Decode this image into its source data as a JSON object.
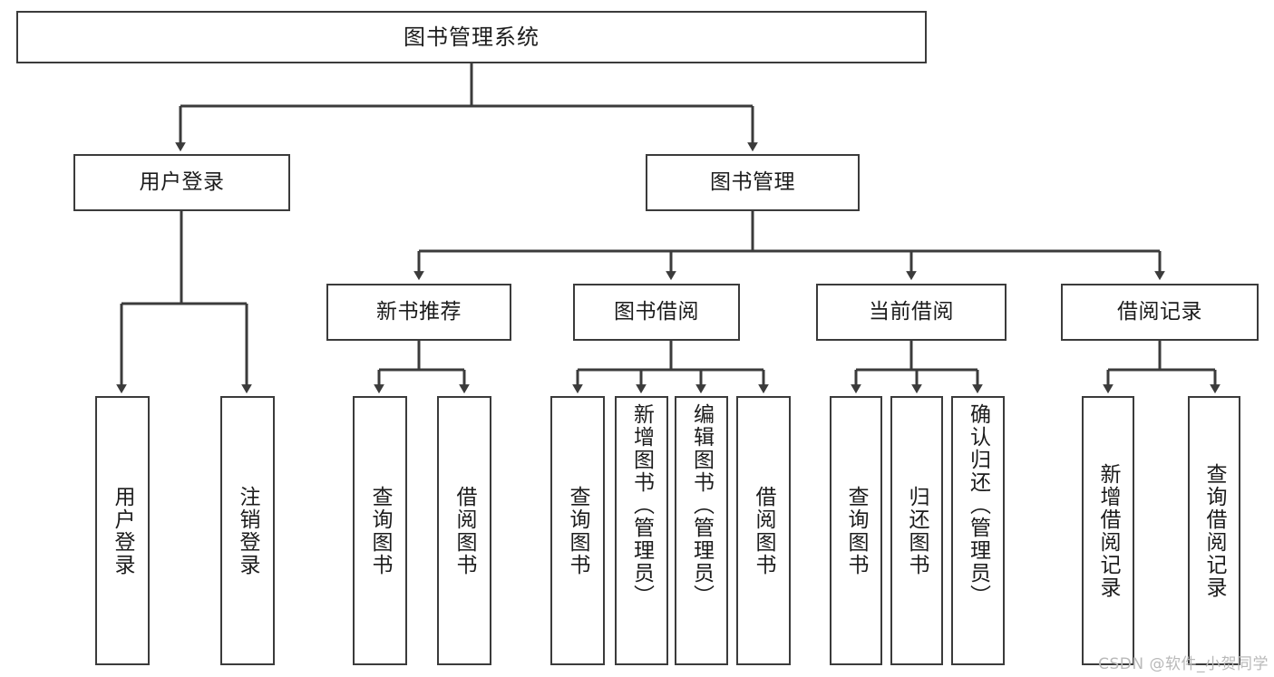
{
  "diagram": {
    "title": "图书管理系统",
    "type": "hierarchy-tree",
    "watermark": "CSDN @软件_小贺同学",
    "colors": {
      "stroke": "#3b3b3b",
      "fill": "#ffffff",
      "text": "#1c1c1c",
      "watermark": "#b9b9b9"
    },
    "nodes": {
      "root": {
        "label": "图书管理系统",
        "level": 1
      },
      "l2": [
        {
          "label": "用户登录",
          "level": 2
        },
        {
          "label": "图书管理",
          "level": 2
        }
      ],
      "l3": [
        {
          "label": "新书推荐",
          "level": 3
        },
        {
          "label": "图书借阅",
          "level": 3
        },
        {
          "label": "当前借阅",
          "level": 3
        },
        {
          "label": "借阅记录",
          "level": 3
        }
      ],
      "leaves_user_login": [
        {
          "label": "用户登录",
          "level": 3
        },
        {
          "label": "注销登录",
          "level": 3
        }
      ],
      "leaves_new_book": [
        {
          "label": "查询图书",
          "level": 4
        },
        {
          "label": "借阅图书",
          "level": 4
        }
      ],
      "leaves_borrow": [
        {
          "label": "查询图书",
          "level": 4
        },
        {
          "label": "新增图书（管理员）",
          "level": 4
        },
        {
          "label": "编辑图书（管理员）",
          "level": 4
        },
        {
          "label": "借阅图书",
          "level": 4
        }
      ],
      "leaves_current": [
        {
          "label": "查询图书",
          "level": 4
        },
        {
          "label": "归还图书",
          "level": 4
        },
        {
          "label": "确认归还（管理员）",
          "level": 4
        }
      ],
      "leaves_records": [
        {
          "label": "新增借阅记录",
          "level": 4
        },
        {
          "label": "查询借阅记录",
          "level": 4
        }
      ]
    }
  }
}
